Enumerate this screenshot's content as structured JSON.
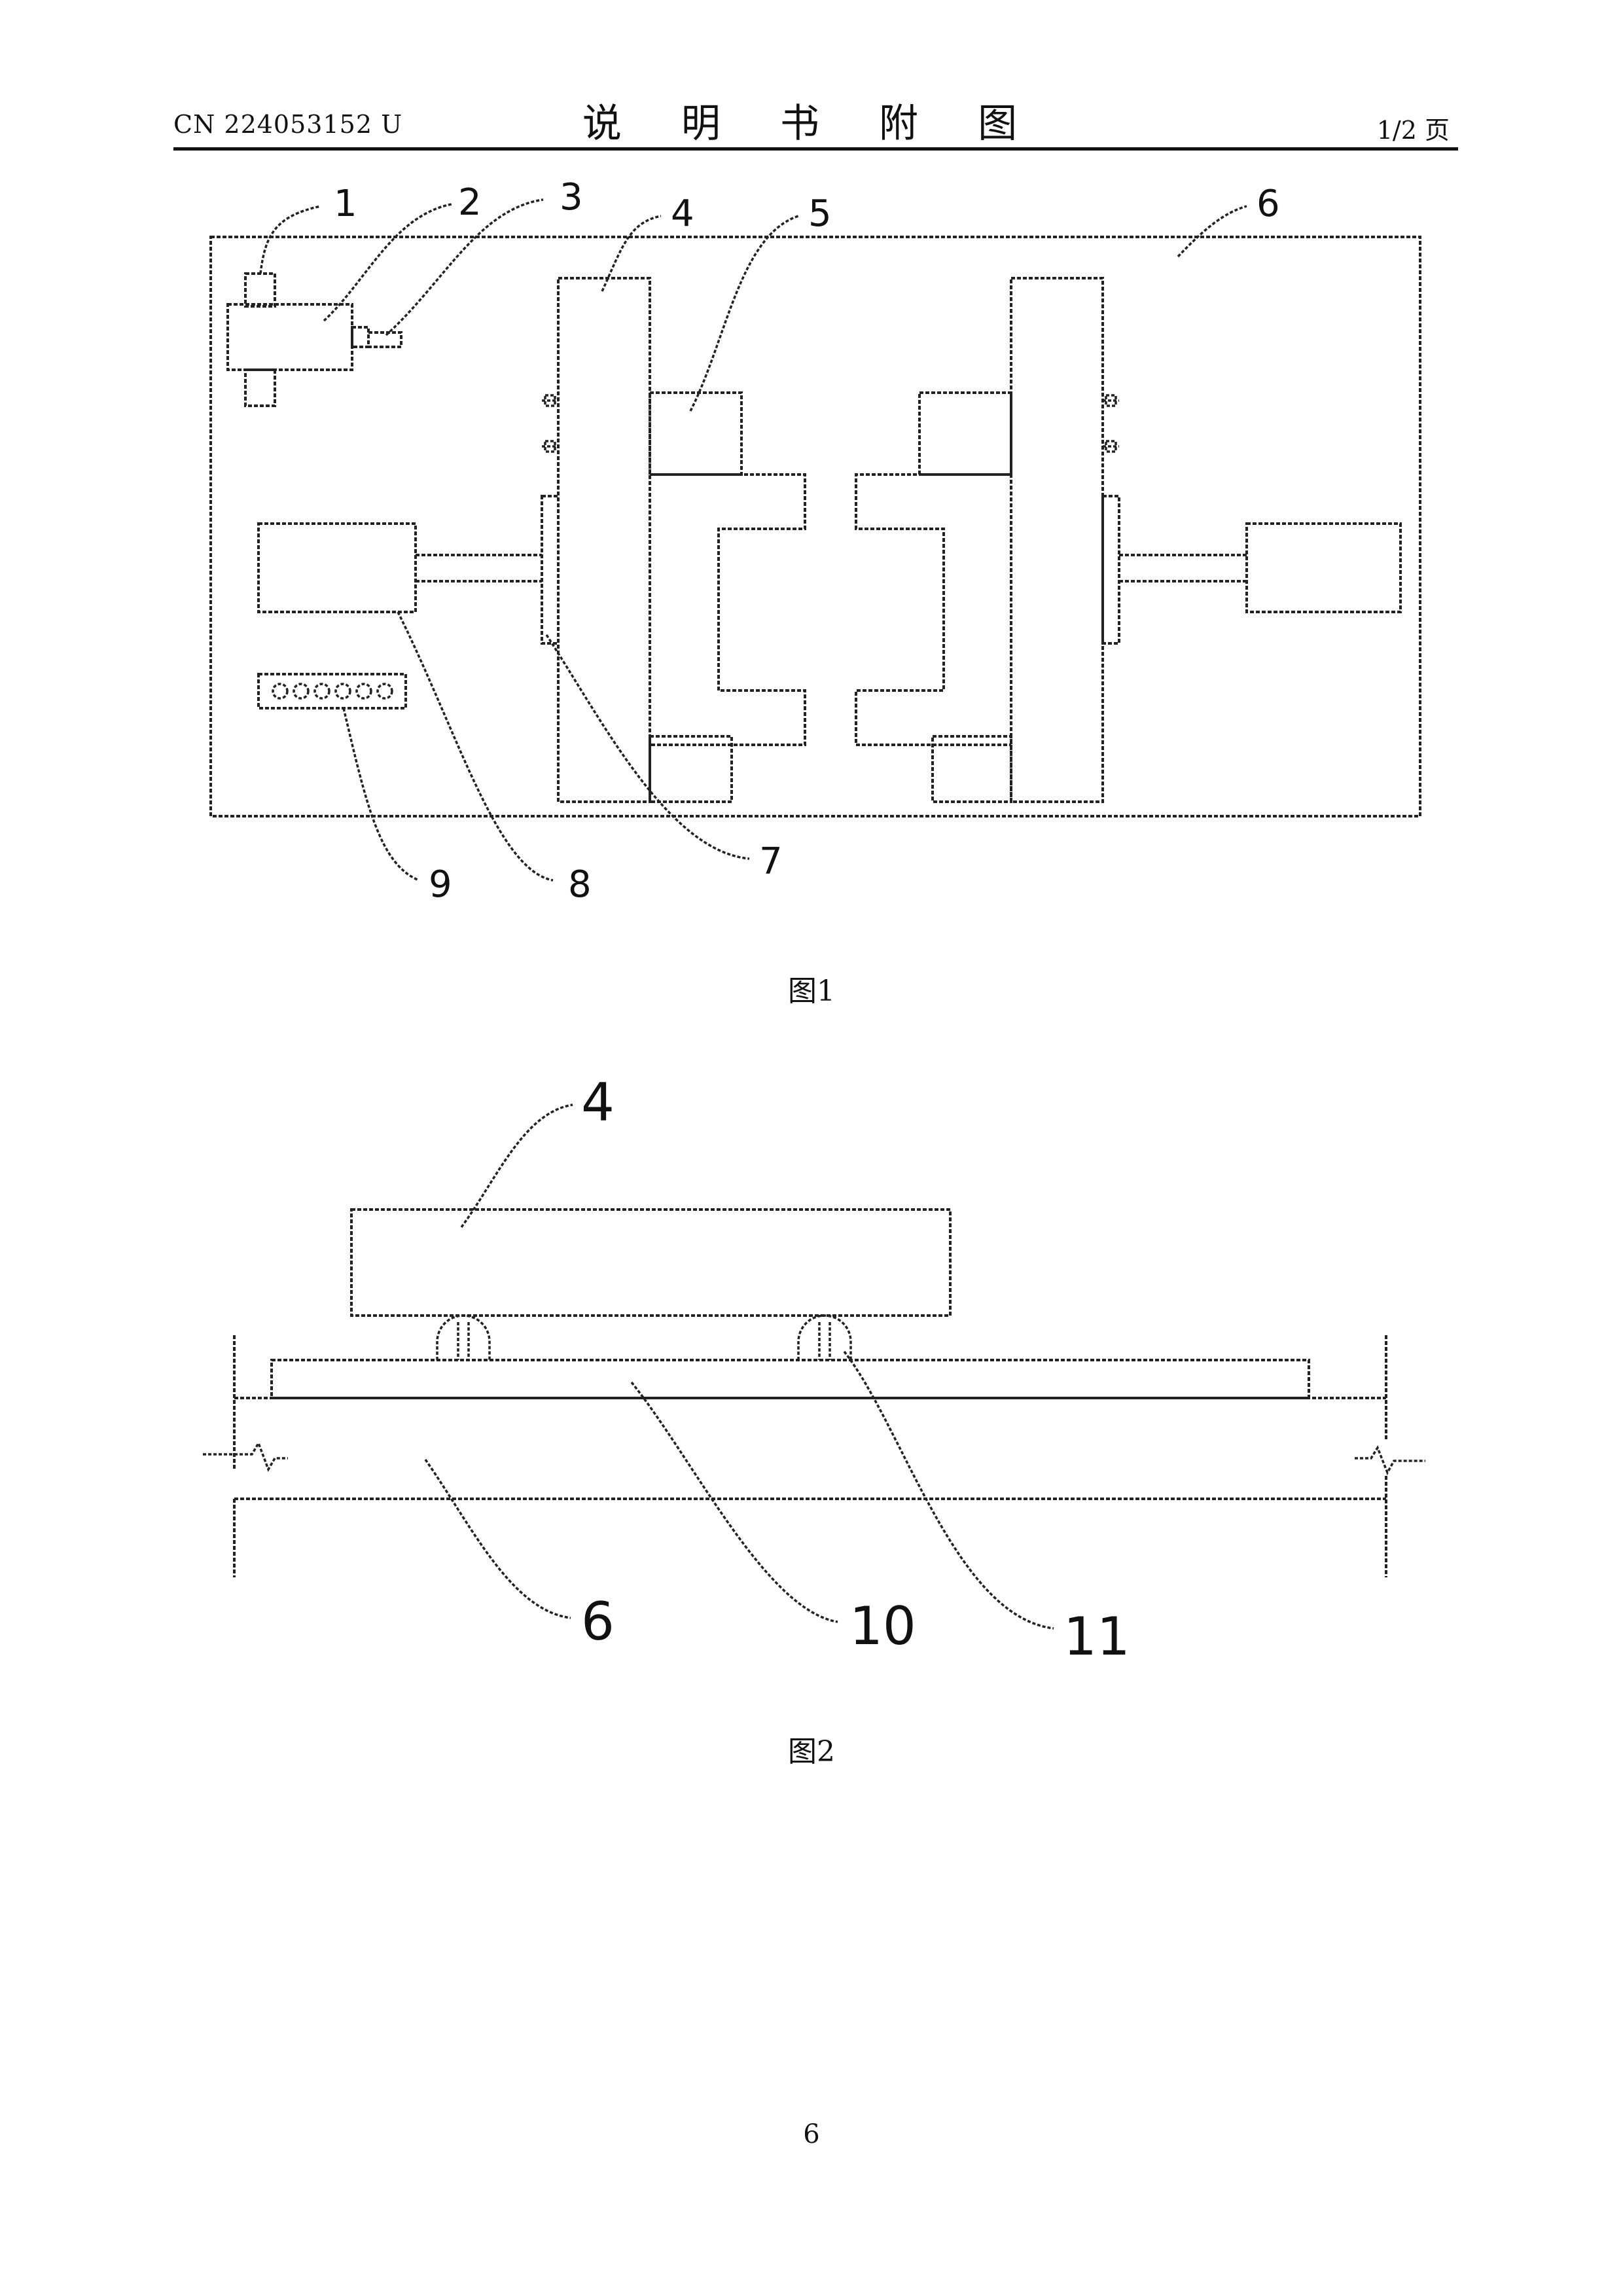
{
  "header": {
    "doc_number": "CN 224053152 U",
    "title": "说 明 书 附 图",
    "page_of": "1/2 页"
  },
  "figure1": {
    "caption": "图1",
    "labels": {
      "l1": "1",
      "l2": "2",
      "l3": "3",
      "l4": "4",
      "l5": "5",
      "l6": "6",
      "l7": "7",
      "l8": "8",
      "l9": "9"
    }
  },
  "figure2": {
    "caption": "图2",
    "labels": {
      "l4": "4",
      "l6": "6",
      "l10": "10",
      "l11": "11"
    }
  },
  "footer": {
    "page_number": "6"
  }
}
